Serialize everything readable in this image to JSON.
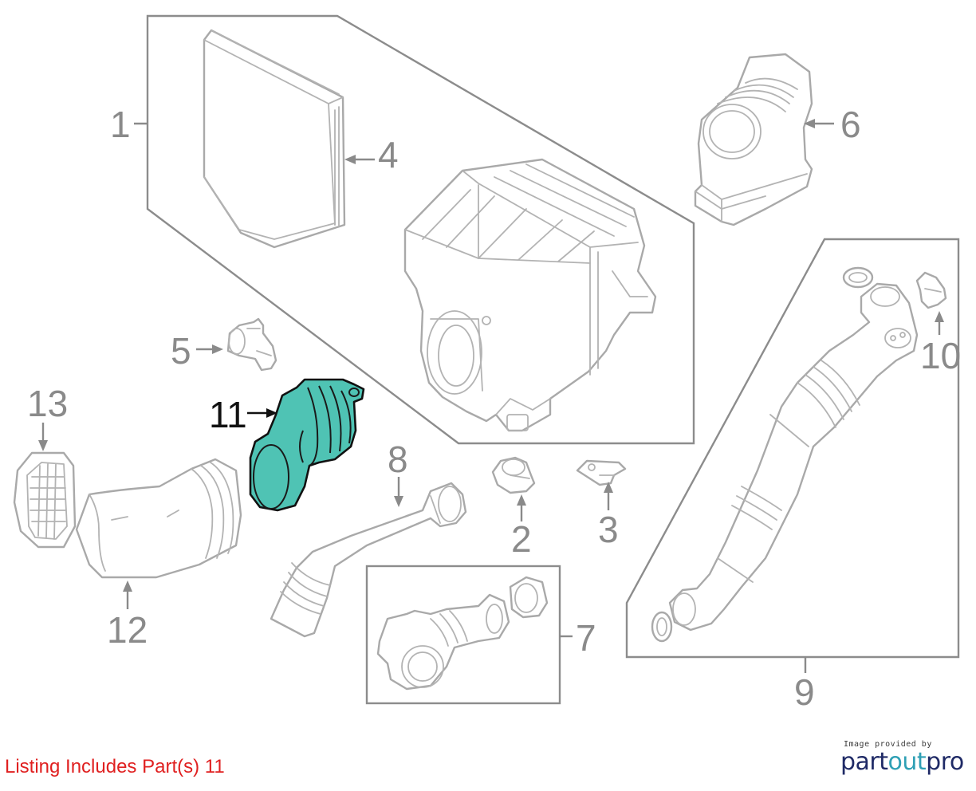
{
  "callouts": {
    "c1": "1",
    "c2": "2",
    "c3": "3",
    "c4": "4",
    "c5": "5",
    "c6": "6",
    "c7": "7",
    "c8": "8",
    "c9": "9",
    "c10": "10",
    "c11": "11",
    "c12": "12",
    "c13": "13"
  },
  "highlighted_part": "11",
  "listing_note": "Listing Includes Part(s) 11",
  "brand": {
    "caption": "Image provided by",
    "name_part1": "part",
    "name_part2": "out",
    "name_part3": "pro"
  },
  "colors": {
    "highlight_fill": "#4fc3b4",
    "line_gray": "#a9a9a9",
    "note_red": "#e02020",
    "brand_navy": "#1f2a66",
    "brand_teal": "#2fa0b5"
  }
}
